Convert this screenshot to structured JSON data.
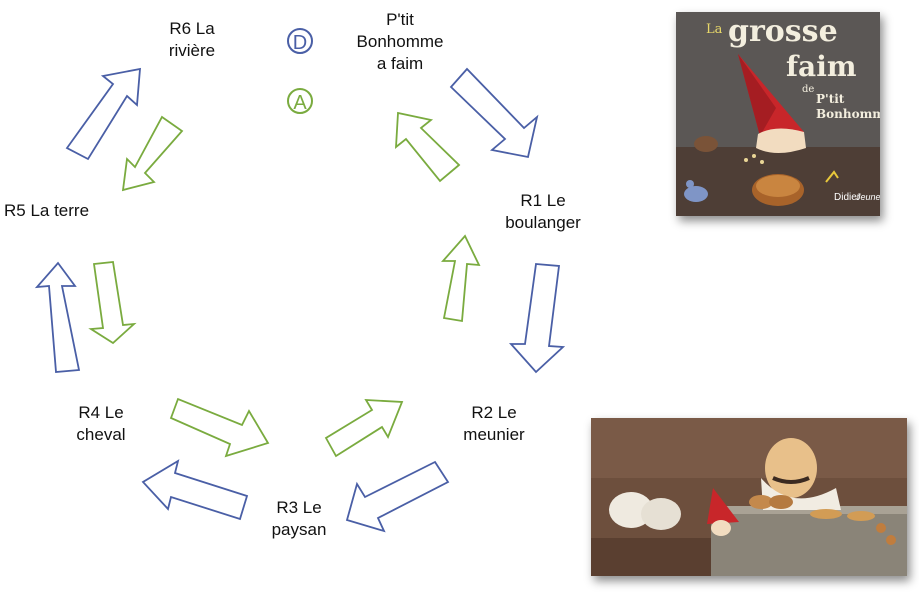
{
  "nodes": {
    "start": [
      "P'tit",
      "Bonhomme",
      "a faim"
    ],
    "r1": [
      "R1 Le",
      "boulanger"
    ],
    "r2": [
      "R2 Le",
      "meunier"
    ],
    "r3": [
      "R3 Le",
      "paysan"
    ],
    "r4": [
      "R4 Le",
      "cheval"
    ],
    "r5": [
      "R5 La terre"
    ],
    "r6": [
      "R6 La",
      "rivière"
    ]
  },
  "legend": {
    "depart": "D",
    "arrivee": "A"
  },
  "colors": {
    "descending": "#4a5fa6",
    "ascending": "#7aab3f"
  },
  "cover": {
    "title_la": "La",
    "title_grosse": "grosse",
    "title_faim": "faim",
    "title_de": "de",
    "title_ptit": "P'tit",
    "title_bonhomme": "Bonhomme",
    "publisher": "Didier",
    "publisher_series": "Jeunesse"
  }
}
